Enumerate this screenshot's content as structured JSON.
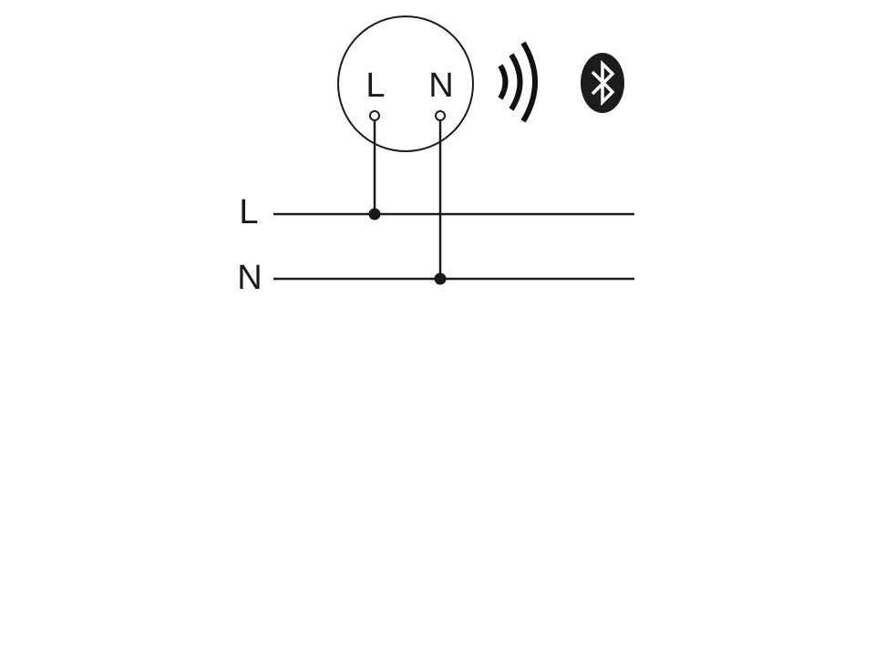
{
  "diagram": {
    "type": "wiring",
    "colors": {
      "stroke": "#1a1a1a",
      "background": "#ffffff"
    },
    "device": {
      "shape": "circle",
      "terminals": [
        {
          "label": "L"
        },
        {
          "label": "N"
        }
      ]
    },
    "icons": {
      "wireless": "wireless-signal-icon",
      "bluetooth": "bluetooth-icon"
    },
    "buses": [
      {
        "label": "L"
      },
      {
        "label": "N"
      }
    ],
    "connections": [
      {
        "from": "device.L",
        "to": "bus.L"
      },
      {
        "from": "device.N",
        "to": "bus.N"
      }
    ]
  }
}
